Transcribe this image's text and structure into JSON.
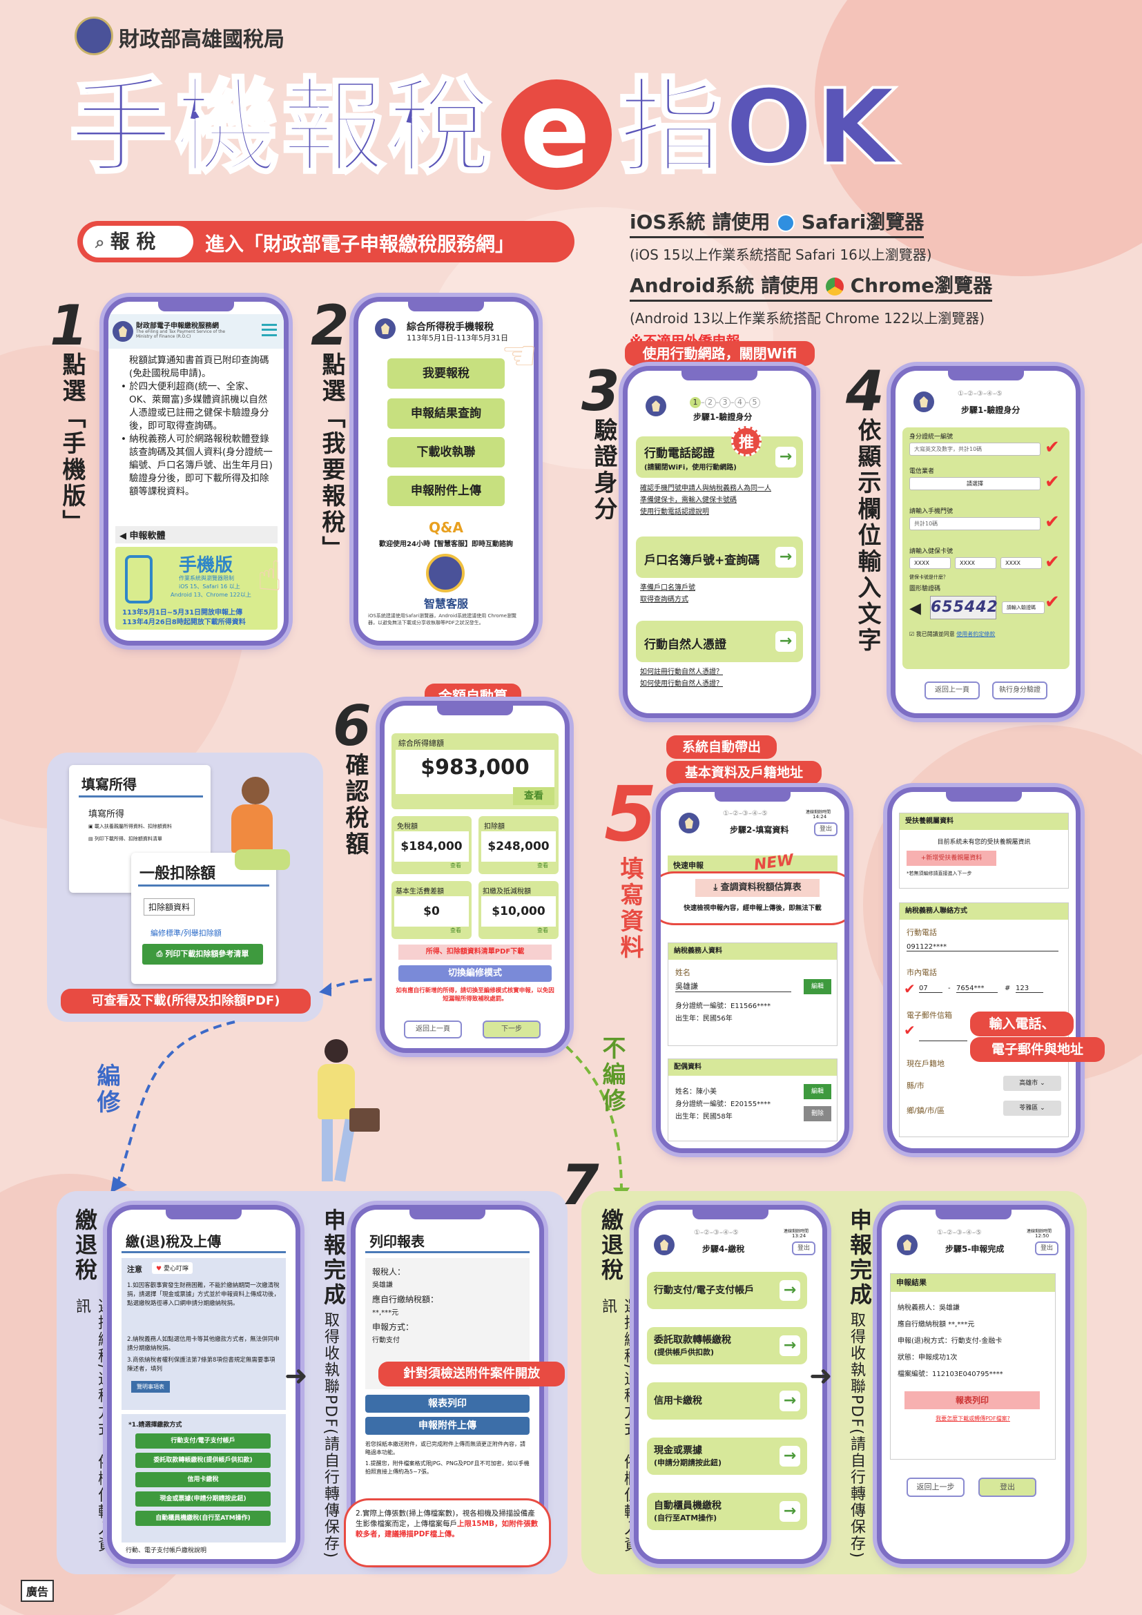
{
  "agency": "財政部高雄國稅局",
  "title": {
    "part1": "手機報稅",
    "e": "e",
    "part2": "指OK"
  },
  "search": {
    "keyword": "報 稅",
    "enter_text": "進入「財政部電子申報繳稅服務網」"
  },
  "browser": {
    "ios_line": "iOS系統 請使用",
    "ios_browser": "Safari瀏覽器",
    "ios_note": "(iOS 15以上作業系統搭配 Safari 16以上瀏覽器)",
    "android_line": "Android系統 請使用",
    "android_browser": "Chrome瀏覽器",
    "android_note": "(Android 13以上作業系統搭配 Chrome 122以上瀏覽器)",
    "warning": "※不適用外僑申報"
  },
  "step1": {
    "num": "1",
    "label": "點選「手機版」",
    "site_title": "財政部電子申報繳稅服務網",
    "site_sub": "The eFiling and Tax Payment Service of the Ministry of Finance (R.O.C)",
    "p1": "稅額試算通知書首頁已附印查詢碼(免赴國稅局申請)。",
    "p2": "於四大便利超商(統一、全家、OK、萊爾富)多媒體資訊機以自然人憑證或已註冊之健保卡驗證身分後，即可取得查詢碼。",
    "p3": "納稅義務人可於網路報稅軟體登錄該查詢碼及其個人資料(身分證統一編號、戶口名簿戶號、出生年月日)驗證身分後，即可下載所得及扣除額等課稅資料。",
    "software": "申報軟體",
    "mobile": "手機版",
    "mobile_note1": "作業系統與瀏覽器限制",
    "mobile_note2": "iOS 15、Safari 16 以上",
    "mobile_note3": "Android 13、Chrome 122以上",
    "date1": "113年5月1日~5月31日開放申報上傳",
    "date2": "113年4月26日8時起開放下載所得資料"
  },
  "step2": {
    "num": "2",
    "label": "點選「我要報稅」",
    "header": "綜合所得稅手機報稅",
    "period": "113年5月1日-113年5月31日",
    "buttons": [
      "我要報稅",
      "申報結果查詢",
      "下載收執聯",
      "申報附件上傳"
    ],
    "qa": "Q&A",
    "qa_text": "歡迎使用24小時【智慧客服】即時互動諮詢",
    "bot": "智慧客服",
    "foot": "iOS系統建議使用Safari瀏覽器，Android系統建議使用 Chrome瀏覽器，以避免無法下載或分享收執聯等PDF之狀況發生。"
  },
  "step3": {
    "num": "3",
    "label": "驗證身分",
    "banner": "使用行動網路，關閉Wifi",
    "steps": [
      "1",
      "2",
      "3",
      "4",
      "5"
    ],
    "step_title": "步驟1-驗證身分",
    "opt1": "行動電話認證",
    "opt1_sub": "(請關閉WiFi，使用行動網路)",
    "push": "推",
    "opt1_links": [
      "確認手機門號申請人與納稅義務人為同一人",
      "準備健保卡，需輸入健保卡號碼",
      "使用行動電話認證說明"
    ],
    "opt2": "戶口名簿戶號+查詢碼",
    "opt2_links": [
      "準備戶口名簿戶號",
      "取得查詢碼方式"
    ],
    "opt3": "行動自然人憑證",
    "opt3_links": [
      "如何註冊行動自然人憑證？",
      "如何使用行動自然人憑證？"
    ]
  },
  "step4": {
    "num": "4",
    "label": "依顯示欄位輸入文字",
    "step_title": "步驟1-驗證身分",
    "f1_label": "身分證統一編號",
    "f1_ph": "大寫英文及數字，共計10碼",
    "f2_label": "電信業者",
    "f2_ph": "請選擇",
    "f3_label": "請輸入手機門號",
    "f3_ph": "共計10碼",
    "f4_label": "請輸入健保卡號",
    "f4_a": "XXXX",
    "f4_b": "XXXX",
    "f4_c": "XXXX",
    "f4_note": "健保卡號是什麼？",
    "f5_label": "圖形驗證碼",
    "captcha": "655442",
    "f5_ph": "請輸入驗證碼",
    "agree": "我已閱讀並同意",
    "agree_link": "使用者約定條款",
    "back": "返回上一頁",
    "next": "執行身分驗證"
  },
  "step5": {
    "num": "5",
    "label": "填寫資料",
    "banner1": "系統自動帶出",
    "banner2": "基本資料及戶籍地址",
    "step_title": "步驟2-填寫資料",
    "timer_label": "連線剩餘時間",
    "timer": "14:24",
    "logout": "登出",
    "quick": "快速申報",
    "new": "NEW",
    "estimate": "查調資料稅額估算表",
    "estimate_note": "快速檢視申報內容，經申報上傳後，即無法下載",
    "payer_header": "納稅義務人資料",
    "name_label": "姓名",
    "name": "吳雄謙",
    "edit": "編輯",
    "id_line": "身分證統一編號：E11566****",
    "birth_line": "出生年：民國56年",
    "spouse_header": "配偶資料",
    "sp_name": "姓名：陳小美",
    "sp_id": "身分證統一編號：E20155****",
    "sp_birth": "出生年：民國58年",
    "delete": "刪除",
    "dep_header": "受扶養親屬資料",
    "dep_text": "目前系統未有您的受扶養親屬資訊",
    "dep_btn": "+新增受扶養親屬資料",
    "dep_note": "*若無須編修請直接進入下一步",
    "contact_header": "納稅義務人聯絡方式",
    "mobile_label": "行動電話",
    "mobile_val": "091122****",
    "tel_label": "市內電話",
    "tel_area": "07",
    "tel_num": "7654***",
    "tel_hash": "#",
    "tel_ext": "123",
    "email_label": "電子郵件信箱",
    "callout1": "輸入電話、",
    "callout2": "電子郵件與地址",
    "addr_label": "現在戶籍地",
    "city_label": "縣/市",
    "city_val": "高雄市",
    "dist_label": "鄉/鎮/市/區",
    "dist_val": "苓雅區"
  },
  "step6": {
    "num": "6",
    "label": "確認稅額",
    "banner": "金額自動算",
    "income_label": "綜合所得總額",
    "income": "$983,000",
    "view": "查看",
    "exempt_label": "免稅額",
    "exempt": "$184,000",
    "deduct_label": "扣除額",
    "deduct": "$248,000",
    "basic_label": "基本生活費差額",
    "basic": "$0",
    "withhold_label": "扣繳及抵減稅額",
    "withhold": "$10,000",
    "pdf_link": "所得、扣除額資料清單PDF下載",
    "edit_mode": "切換編修模式",
    "warn": "如有應自行新增的所得，請切換至編修模式核實申報，以免因短漏報所得致補稅處罰。",
    "back": "返回上一頁",
    "next": "下一步"
  },
  "edit_panel": {
    "title1": "填寫所得",
    "sub1": "填寫所得",
    "row1": "載入扶養親屬所得資料、扣除額資料",
    "row2": "列印下載所得、扣除額資料清單",
    "title2": "一般扣除額",
    "deduct_data": "扣除額資料",
    "link": "編修標準/列舉扣除額",
    "print_btn": "列印下載扣除額參考清單",
    "banner": "可查看及下載(所得及扣除額PDF)",
    "edit_arrow": "編修",
    "no_edit_arrow": "不編修"
  },
  "step7": {
    "num": "7",
    "pay_label_title": "繳退稅",
    "pay_label_sub": "選擇繳稅/退稅方式，依欄位輸入資訊",
    "done_label_title": "申報完成",
    "done_label_sub": "取得收執聯PDF(請自行轉傳保存)",
    "left_pay": {
      "title": "繳(退)稅及上傳",
      "note_label": "注意",
      "heart": "愛心叮嚀",
      "n1": "1.如因客觀事實發生財務困難，不能於繳納期間一次繳清稅捐，請選擇「現金或票據」方式並於申報資料上傳成功後，點選繳稅路徑導入口網申請分期繳納稅捐。",
      "n2": "2.納稅義務人如點選信用卡等其他繳款方式者，無法併同申請分期繳納稅捐。",
      "n3": "3.商依納稅者權利保護法第7條第8項但書規定無需要事項陳述者，填列",
      "more": "覽明事項表",
      "choose": "*1.請選擇繳款方式",
      "opts": [
        "行動支付/電子支付帳戶",
        "委託取款轉帳繳稅(提供帳戶供扣款)",
        "信用卡繳稅",
        "現金或票據(申請分期請按此鈕)",
        "自動櫃員機繳稅(自行至ATM操作)"
      ],
      "foot": "行動、電子支付帳戶繳稅說明"
    },
    "left_print": {
      "title": "列印報表",
      "payer_label": "報稅人：",
      "payer": "吳雄謙",
      "tax_label": "應自行繳納稅額：",
      "tax": "**,***元",
      "method_label": "申報方式：",
      "method": "行動支付",
      "callout": "針對須檢送附件案件開放",
      "print": "報表列印",
      "upload": "申報附件上傳",
      "p0": "若您採紙本繳送附件，或已完成附件上傳而無須更正附件內容，請略過本功能。",
      "p1": "1.提醒您，附件檔案格式限JPG、PNG及PDF且不可加密，如以手機拍照直接上傳約為5~7張。",
      "p2a": "2.實際上傳張數(掃上傳檔案數)，視各相機及掃描設備產生影像檔案而定，上傳檔案每戶",
      "p2b": "上限15MB，如附件張數較多者，建議掃描PDF檔上傳。"
    },
    "right_pay": {
      "step_title": "步驟4-繳稅",
      "timer_label": "連線剩餘時間",
      "timer": "13:24",
      "logout": "登出",
      "opts": [
        {
          "t": "行動支付/電子支付帳戶",
          "s": ""
        },
        {
          "t": "委託取款轉帳繳稅",
          "s": "(提供帳戶供扣款)"
        },
        {
          "t": "信用卡繳稅",
          "s": ""
        },
        {
          "t": "現金或票據",
          "s": "(申請分期請按此鈕)"
        },
        {
          "t": "自動櫃員機繳稅",
          "s": "(自行至ATM操作)"
        }
      ]
    },
    "right_done": {
      "step_title": "步驟5-申報完成",
      "timer_label": "連線剩餘時間",
      "timer": "12:50",
      "logout": "登出",
      "header": "申報結果",
      "l1": "納稅義務人：吳雄謙",
      "l2": "應自行繳納稅額 **,***元",
      "l3": "申報(退)稅方式：行動支付-金融卡",
      "l4": "狀態：申報成功1次",
      "l5": "檔案編號：112103E040795****",
      "print": "報表列印",
      "pdf_q": "我要怎麼下載或轉傳PDF檔案?",
      "back": "返回上一步",
      "logout2": "登出"
    }
  },
  "ad": "廣告"
}
